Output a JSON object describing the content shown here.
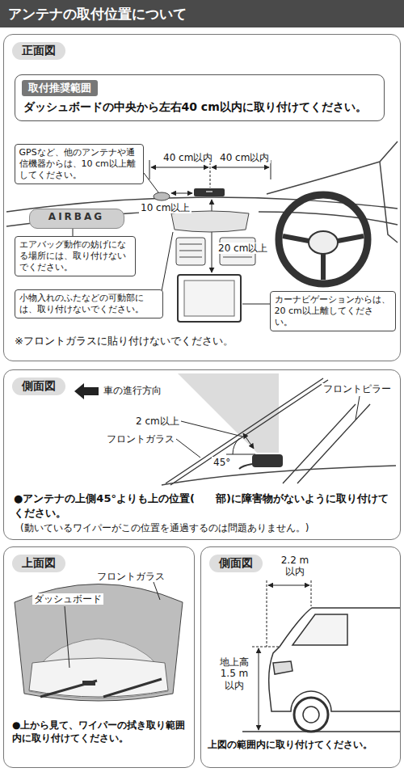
{
  "diagram": {
    "title": "アンテナの取付位置について",
    "nodes": [
      {
        "text": [
          "正面図"
        ]
      },
      {
        "text": [
          "取付推奨範囲",
          "ダッシュボードの中央から左右40 cm以内に取り付けてください。"
        ],
        "in": 0
      },
      {
        "text": [
          "GPSなど、他のアンテナや通信機器からは、10 cm以上離してください。"
        ],
        "in": 0
      },
      {
        "text": [
          "AIRBAG"
        ],
        "in": 0
      },
      {
        "text": [
          "エアバッグ動作の妨げになる場所には、取り付けないでください。"
        ],
        "in": 0
      },
      {
        "text": [
          "小物入れのふたなどの可動部には、取り付けないでください。"
        ],
        "in": 0
      },
      {
        "text": [
          "カーナビゲーションからは、20 cm以上離してください。"
        ],
        "in": 0
      },
      {
        "text": [
          "側面図",
          "●アンテナの上側45°よりも上の位置(　　部)に障害物がないように取り付けてください。",
          "(動いているワイパーがこの位置を通過するのは問題ありません。)"
        ]
      },
      {
        "text": [
          "上面図",
          "●上から見て、ワイパーの拭き取り範囲内に取り付けてください。"
        ]
      },
      {
        "text": [
          "側面図",
          "上図の範囲内に取り付けてください。"
        ]
      }
    ],
    "labels": [
      "40 cm以内",
      "40 cm以内",
      "10 cm以上",
      "20 cm以上",
      "※フロントガラスに貼り付けないでください。",
      "車の進行方向",
      "2 cm以上",
      "フロントガラス",
      "45°",
      "フロントピラー",
      "フロントガラス",
      "ダッシュボード",
      "2.2 m 以内",
      "地上高 1.5 m 以内"
    ]
  }
}
